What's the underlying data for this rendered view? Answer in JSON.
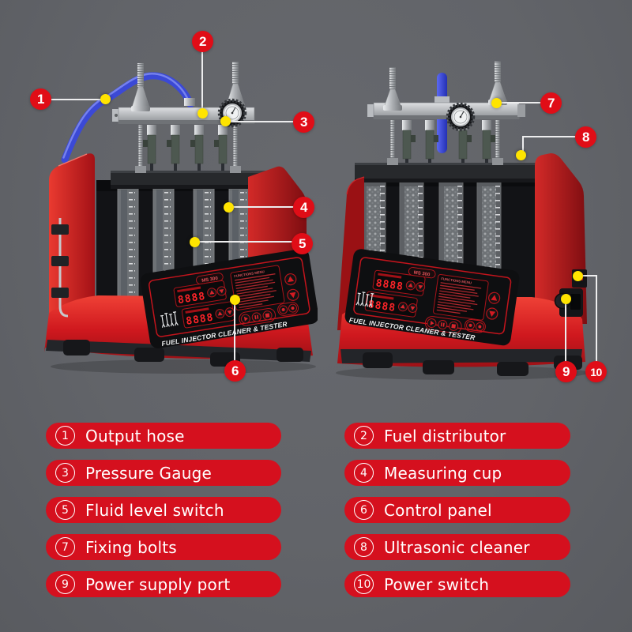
{
  "page": {
    "background": "#626469"
  },
  "colors": {
    "accent_red": "#d5101e",
    "callout_red": "#e00d17",
    "marker_yellow": "#ffe400",
    "callout_line": "#ededee",
    "machine_red": "#d8231f",
    "display_red": "#ff2429"
  },
  "machine": {
    "model_badge": "MS 300",
    "panel_title": "FUEL INJECTOR CLEANER & TESTER",
    "menu_title": "FUNCTIONS MENU",
    "display_value": "8888"
  },
  "callouts": [
    {
      "num": "1",
      "label": "Output hose"
    },
    {
      "num": "2",
      "label": "Fuel distributor"
    },
    {
      "num": "3",
      "label": "Pressure Gauge"
    },
    {
      "num": "4",
      "label": "Measuring cup"
    },
    {
      "num": "5",
      "label": "Fluid level switch"
    },
    {
      "num": "6",
      "label": "Control panel"
    },
    {
      "num": "7",
      "label": "Fixing bolts"
    },
    {
      "num": "8",
      "label": "Ultrasonic cleaner"
    },
    {
      "num": "9",
      "label": "Power supply port"
    },
    {
      "num": "10",
      "label": "Power switch"
    }
  ]
}
